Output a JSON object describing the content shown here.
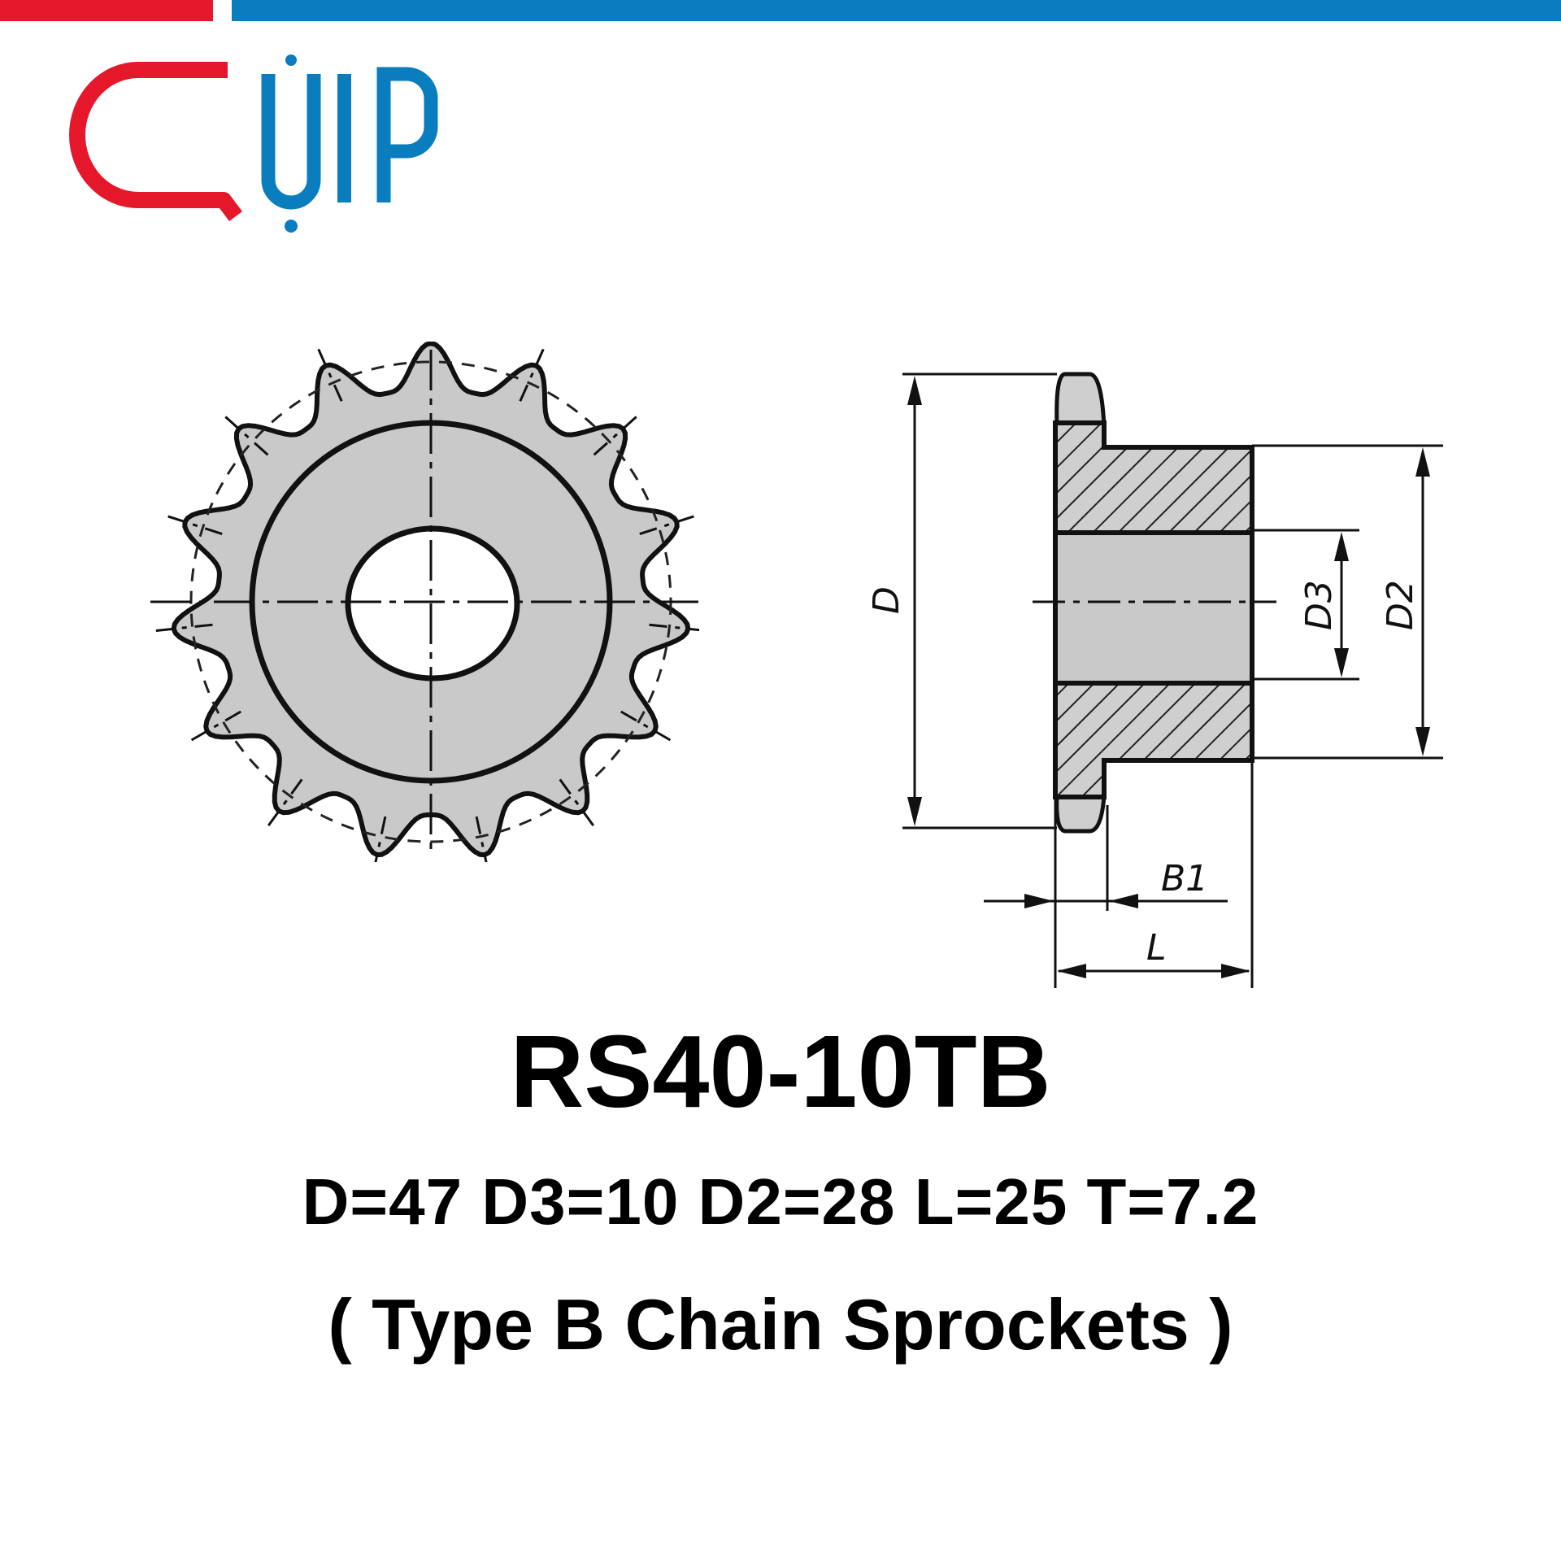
{
  "brand": {
    "logo_text": "QUIP",
    "colors": {
      "red": "#e4172b",
      "blue": "#0a7dbf"
    }
  },
  "drawing": {
    "front_view": {
      "teeth": 15
    },
    "labels": {
      "d": "D",
      "d3": "D3",
      "d2": "D2",
      "b1": "B1",
      "l": "L"
    }
  },
  "product": {
    "model": "RS40-10TB",
    "specs": "D=47 D3=10 D2=28 L=25 T=7.2",
    "type": "( Type B Chain Sprockets )"
  }
}
